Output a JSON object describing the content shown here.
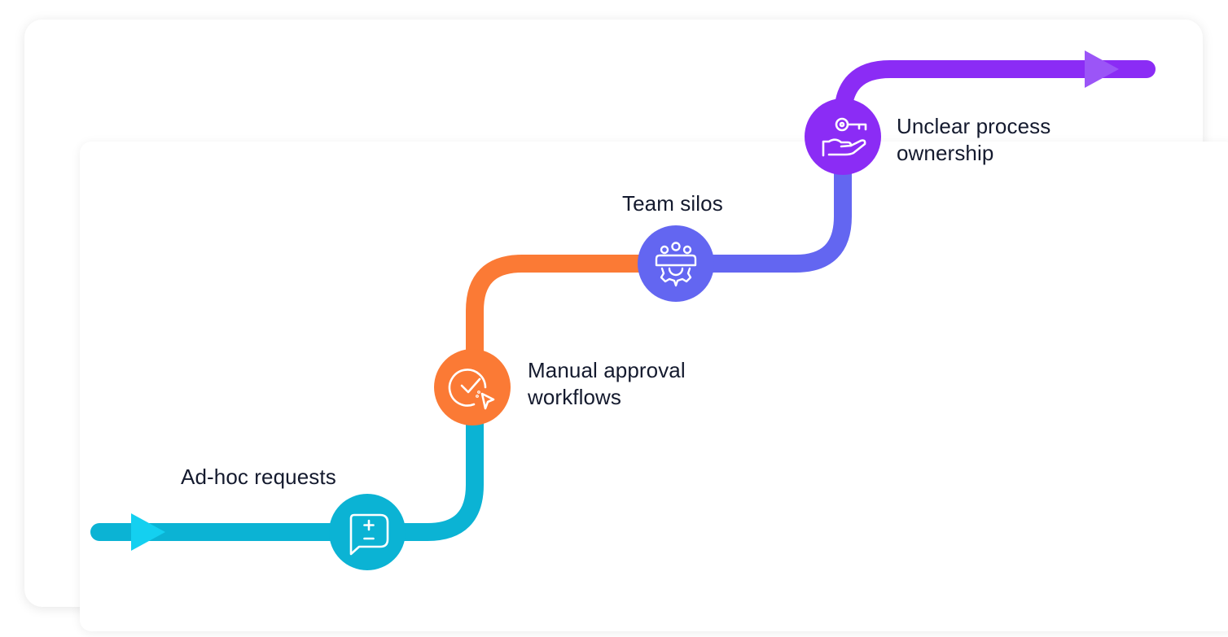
{
  "steps": [
    {
      "label_line1": "Ad-hoc requests",
      "label_line2": "",
      "icon": "chat-plus-minus-icon",
      "color": "#0bb3d4"
    },
    {
      "label_line1": "Manual approval",
      "label_line2": "workflows",
      "icon": "check-circle-cursor-icon",
      "color": "#fb7a35"
    },
    {
      "label_line1": "Team silos",
      "label_line2": "",
      "icon": "team-gear-icon",
      "color": "#6366f1"
    },
    {
      "label_line1": "Unclear process",
      "label_line2": "ownership",
      "icon": "key-hand-icon",
      "color": "#8b2cf5"
    }
  ],
  "colors": {
    "segment1": "#0bb3d4",
    "segment2": "#fb7a35",
    "segment3": "#6366f1",
    "segment4": "#8b2cf5",
    "start_arrow": "#14d0f0",
    "end_arrow": "#9b55f7",
    "text": "#141a2e"
  }
}
